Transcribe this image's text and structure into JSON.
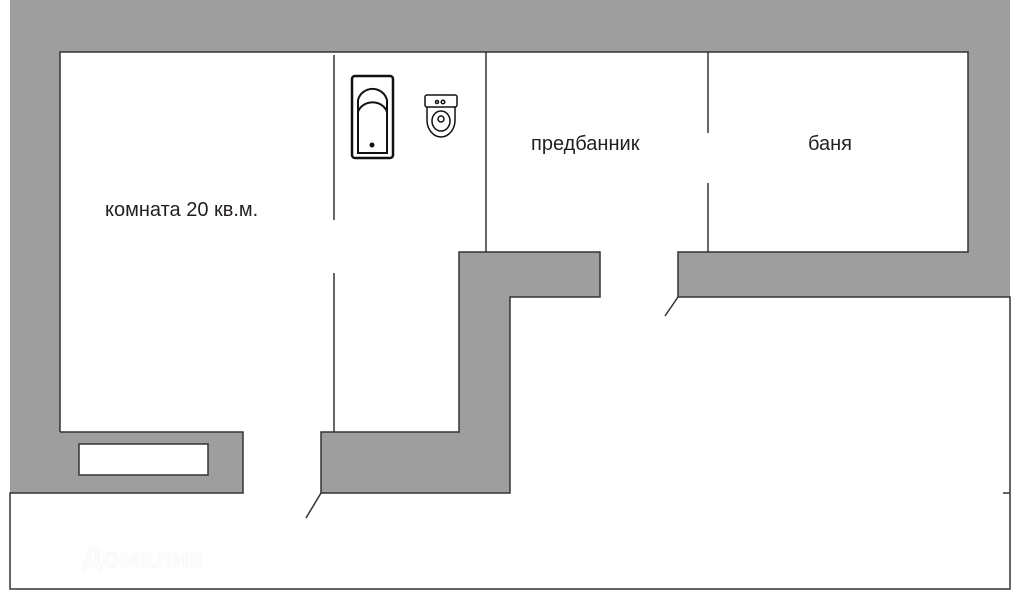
{
  "rooms": {
    "room": "комната 20 кв.м.",
    "anteroom": "предбанник",
    "sauna": "баня"
  },
  "watermark": "Домклик",
  "colors": {
    "wall": "#9d9e9d",
    "line": "#333333",
    "floor": "#ffffff"
  }
}
